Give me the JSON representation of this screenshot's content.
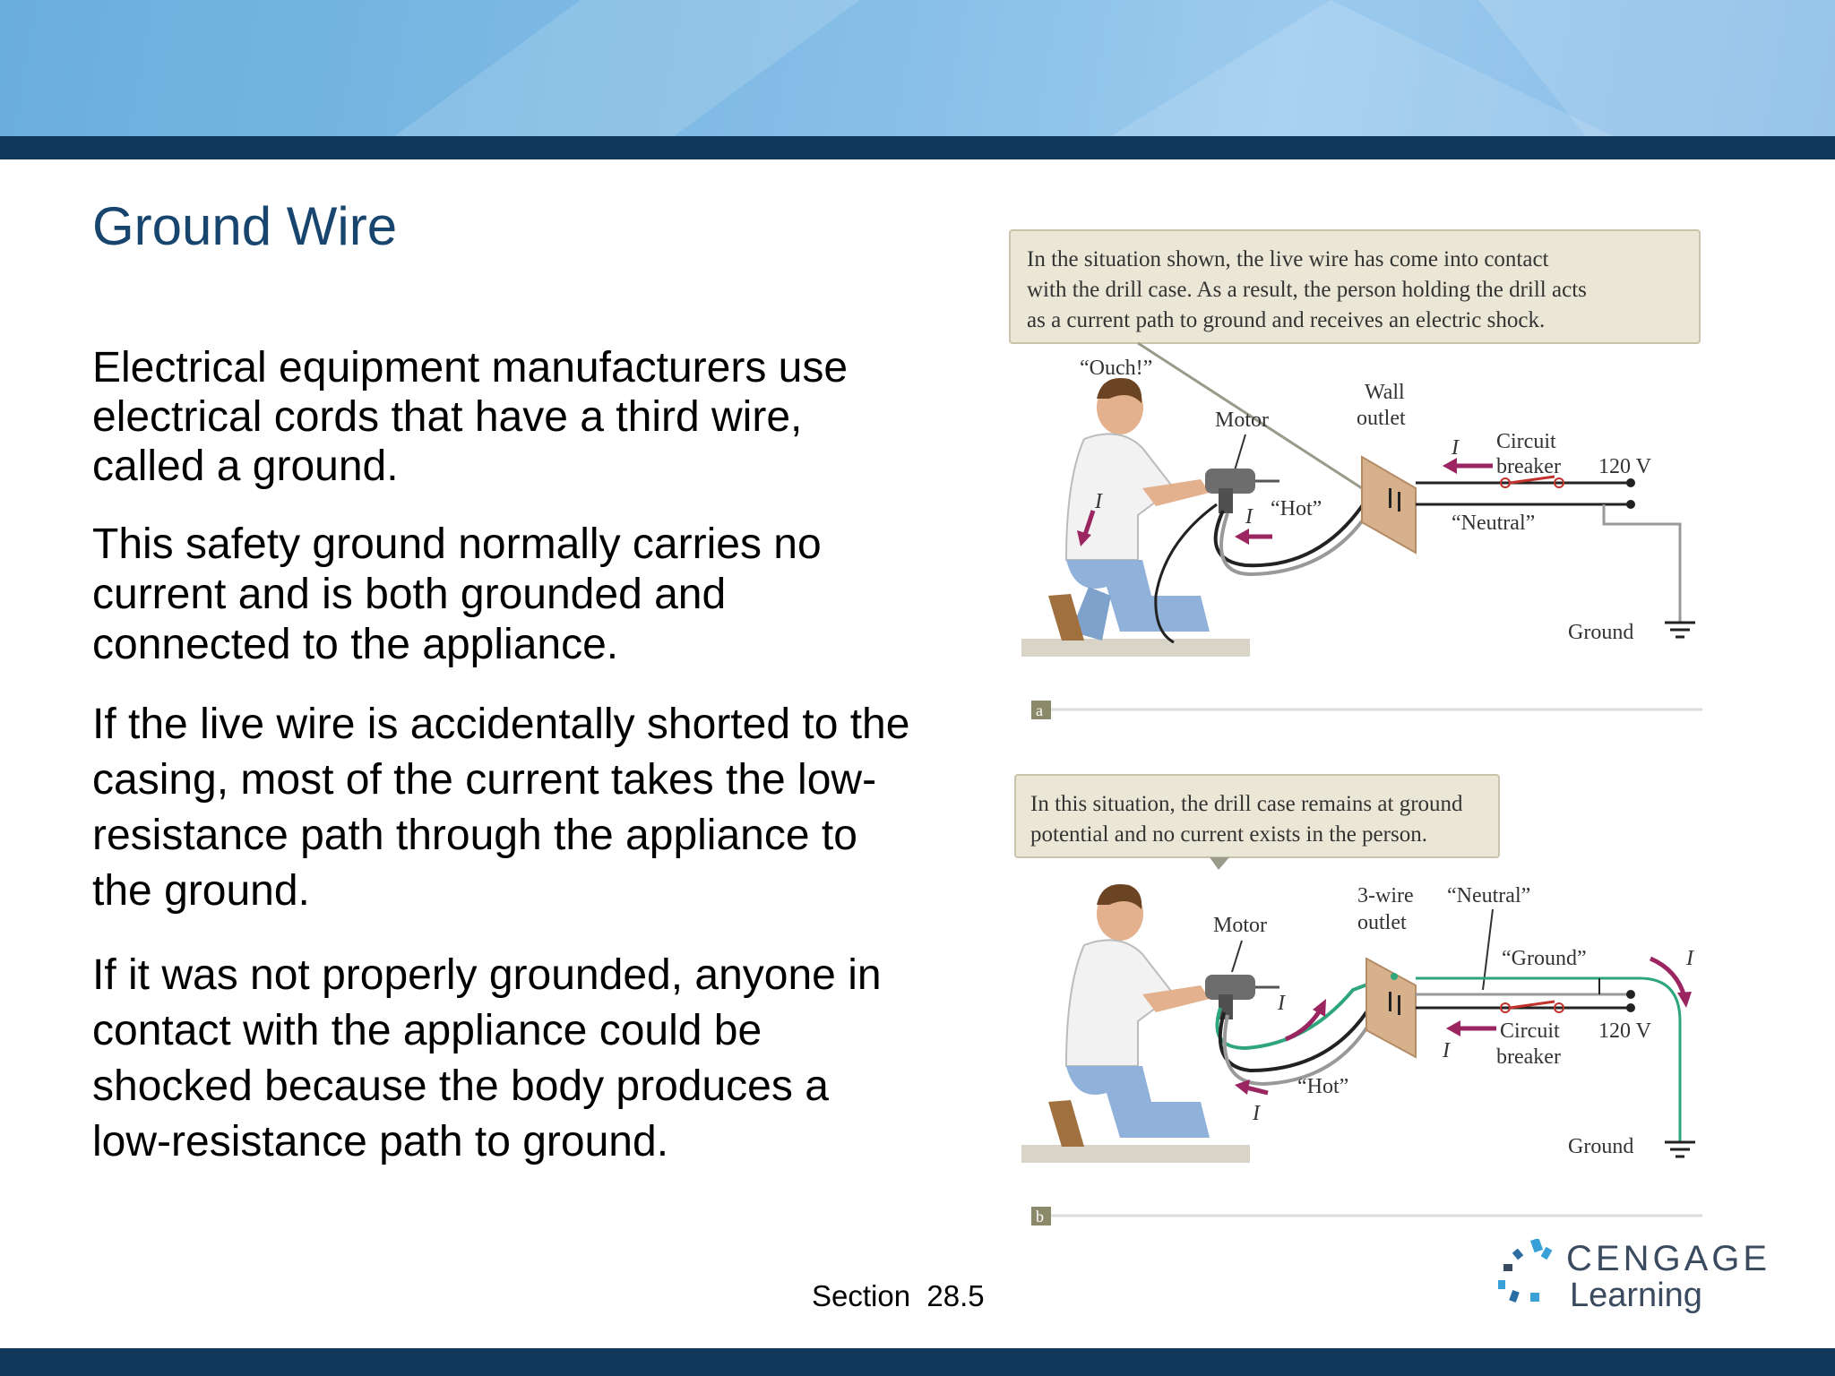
{
  "slide": {
    "title": "Ground Wire",
    "paragraphs": [
      "Electrical equipment manufacturers use electrical cords that have a third wire, called a ground.",
      "This safety ground normally carries no current and is both grounded and connected to the appliance.",
      "If the live wire is accidentally shorted to the casing, most of the current takes the low-resistance path through the appliance to the ground.",
      "If it was not properly grounded, anyone in contact with the appliance could be shocked because the body produces a low-resistance path to ground."
    ],
    "section": "Section  28.5"
  },
  "figure_a": {
    "caption_lines": [
      "In the situation shown, the live wire has come into contact",
      "with the drill case. As a result, the person holding the drill acts",
      "as a current path to ground and receives an electric shock."
    ],
    "ouch": "“Ouch!”",
    "motor": "Motor",
    "wall": "Wall",
    "outlet": "outlet",
    "current": "I",
    "circuit": "Circuit",
    "breaker": "breaker",
    "voltage": "120 V",
    "hot": "“Hot”",
    "neutral": "“Neutral”",
    "ground": "Ground",
    "panel": "a"
  },
  "figure_b": {
    "caption_lines": [
      "In this situation, the drill case remains at ground",
      "potential and no current exists in the person."
    ],
    "motor": "Motor",
    "three_wire": "3-wire",
    "outlet": "outlet",
    "neutral": "“Neutral”",
    "ground_quote": "“Ground”",
    "current": "I",
    "circuit": "Circuit",
    "breaker": "breaker",
    "voltage": "120 V",
    "hot": "“Hot”",
    "ground": "Ground",
    "panel": "b"
  },
  "logo": {
    "word1": "CENGAGE",
    "word2": "Learning"
  },
  "colors": {
    "header_bar": "#11385a",
    "title": "#17456e",
    "caption_box": "#ebe7d6",
    "wire_green": "#2fa57c",
    "arrow": "#9a2560",
    "outlet": "#d7b08c"
  }
}
